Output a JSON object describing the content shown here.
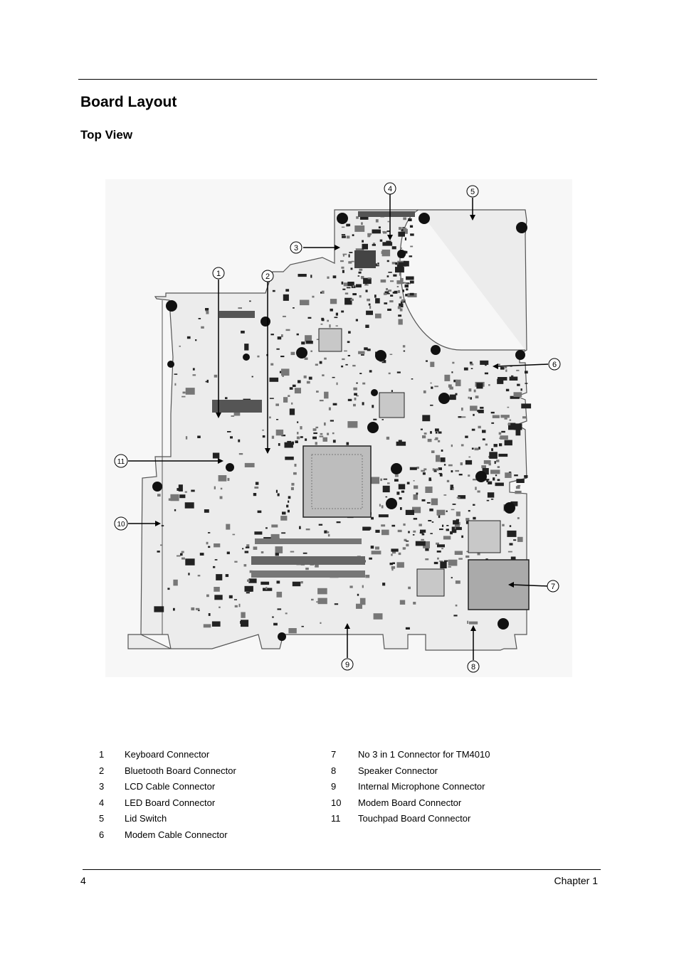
{
  "title": "Board Layout",
  "subtitle": "Top View",
  "callouts": [
    "1",
    "2",
    "3",
    "4",
    "5",
    "6",
    "7",
    "8",
    "9",
    "10",
    "11"
  ],
  "legend_left": [
    {
      "num": "1",
      "label": "Keyboard Connector"
    },
    {
      "num": "2",
      "label": "Bluetooth Board Connector"
    },
    {
      "num": "3",
      "label": "LCD Cable Connector"
    },
    {
      "num": "4",
      "label": "LED Board Connector"
    },
    {
      "num": "5",
      "label": "Lid Switch"
    },
    {
      "num": "6",
      "label": "Modem Cable Connector"
    }
  ],
  "legend_right": [
    {
      "num": "7",
      "label": "No 3 in 1 Connector for TM4010"
    },
    {
      "num": "8",
      "label": "Speaker Connector"
    },
    {
      "num": "9",
      "label": "Internal Microphone Connector"
    },
    {
      "num": "10",
      "label": "Modem Board Connector"
    },
    {
      "num": "11",
      "label": "Touchpad Board Connector"
    }
  ],
  "footer": {
    "page_number": "4",
    "chapter": "Chapter 1"
  }
}
